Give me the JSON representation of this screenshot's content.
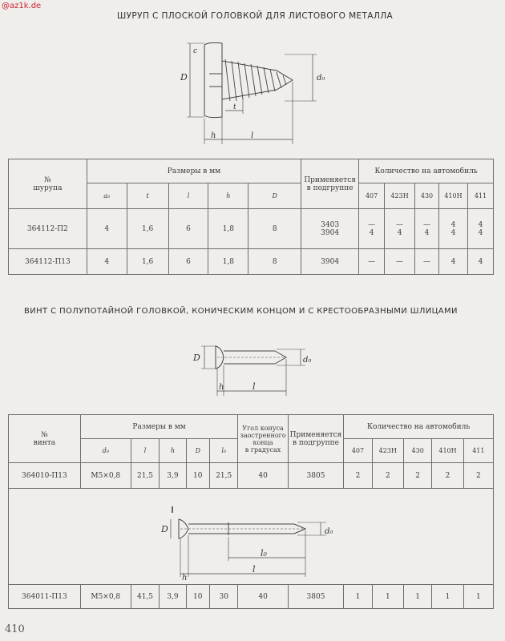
{
  "watermark": "@az1k.de",
  "page_number": "410",
  "screw": {
    "title": "ШУРУП С ПЛОСКОЙ ГОЛОВКОЙ ДЛЯ ЛИСТОВОГО МЕТАЛЛА",
    "drawing_labels": {
      "c": "c",
      "D": "D",
      "d0": "d₀",
      "t": "t",
      "h": "h",
      "l": "l"
    },
    "table": {
      "no_header": "№\nшурупа",
      "sizes_header": "Размеры в мм",
      "size_cols": [
        "a₀",
        "t",
        "l",
        "h",
        "D"
      ],
      "applied_header": "Применяется\nв подгруппе",
      "qty_header": "Количество на автомобиль",
      "car_cols": [
        "407",
        "423Н",
        "430",
        "410Н",
        "411"
      ],
      "rows": [
        {
          "no": "364112-П2",
          "sizes": [
            "4",
            "1,6",
            "6",
            "1,8",
            "8"
          ],
          "applied": "3403\n3904",
          "qty": [
            "—\n4",
            "—\n4",
            "—\n4",
            "4\n4",
            "4\n4"
          ]
        },
        {
          "no": "364112-П13",
          "sizes": [
            "4",
            "1,6",
            "6",
            "1,8",
            "8"
          ],
          "applied": "3904",
          "qty": [
            "—",
            "—",
            "—",
            "4",
            "4"
          ]
        }
      ]
    }
  },
  "screw2": {
    "title": "ВИНТ С ПОЛУПОТАЙНОЙ ГОЛОВКОЙ, КОНИЧЕСКИМ КОНЦОМ И С КРЕСТООБРАЗНЫМИ ШЛИЦАМИ",
    "drawing_labels": {
      "D": "D",
      "d0": "d₀",
      "h": "h",
      "l": "l"
    },
    "drawing2_labels": {
      "D": "D",
      "d0": "d₀",
      "l0": "l₀",
      "h": "h",
      "l": "l"
    },
    "table": {
      "no_header": "№\nвинта",
      "sizes_header": "Размеры в мм",
      "size_cols": [
        "d₀",
        "l",
        "h",
        "D",
        "l₀"
      ],
      "angle_header": "Угол конуса\nзаостренного\nконца\nв градусах",
      "applied_header": "Применяется\nв подгруппе",
      "qty_header": "Количество на автомобиль",
      "car_cols": [
        "407",
        "423Н",
        "430",
        "410Н",
        "411"
      ],
      "rows": [
        {
          "no": "364010-П13",
          "sizes": [
            "М5×0,8",
            "21,5",
            "3,9",
            "10",
            "21,5"
          ],
          "angle": "40",
          "applied": "3805",
          "qty": [
            "2",
            "2",
            "2",
            "2",
            "2"
          ]
        },
        {
          "no": "364011-П13",
          "sizes": [
            "М5×0,8",
            "41,5",
            "3,9",
            "10",
            "30"
          ],
          "angle": "40",
          "applied": "3805",
          "qty": [
            "1",
            "1",
            "1",
            "1",
            "1"
          ]
        }
      ]
    }
  }
}
